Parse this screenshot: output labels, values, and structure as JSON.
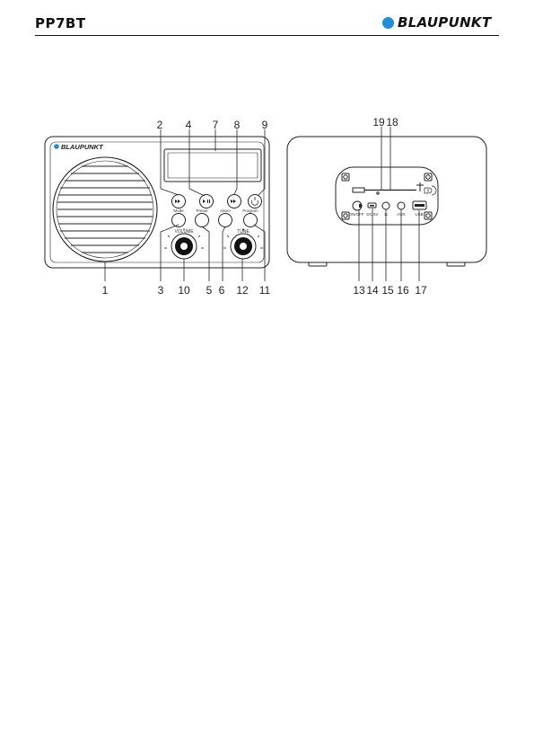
{
  "header": {
    "model": "PP7BT",
    "brand": "BLAUPUNKT",
    "brand_color": "#1c8fd6"
  },
  "front": {
    "brand": "BLAUPUNKT",
    "button_labels": [
      "Mode",
      "Preset",
      "Alarm",
      "Program"
    ],
    "knob_labels": [
      "VOLUME",
      "TUNE"
    ]
  },
  "back": {
    "port_labels": [
      "ON/OFF",
      "DC 5V",
      "Ω",
      "AUX",
      "USB"
    ]
  },
  "callouts": [
    "1",
    "2",
    "3",
    "4",
    "5",
    "6",
    "7",
    "8",
    "9",
    "10",
    "11",
    "12",
    "13",
    "14",
    "15",
    "16",
    "17",
    "18",
    "19"
  ]
}
